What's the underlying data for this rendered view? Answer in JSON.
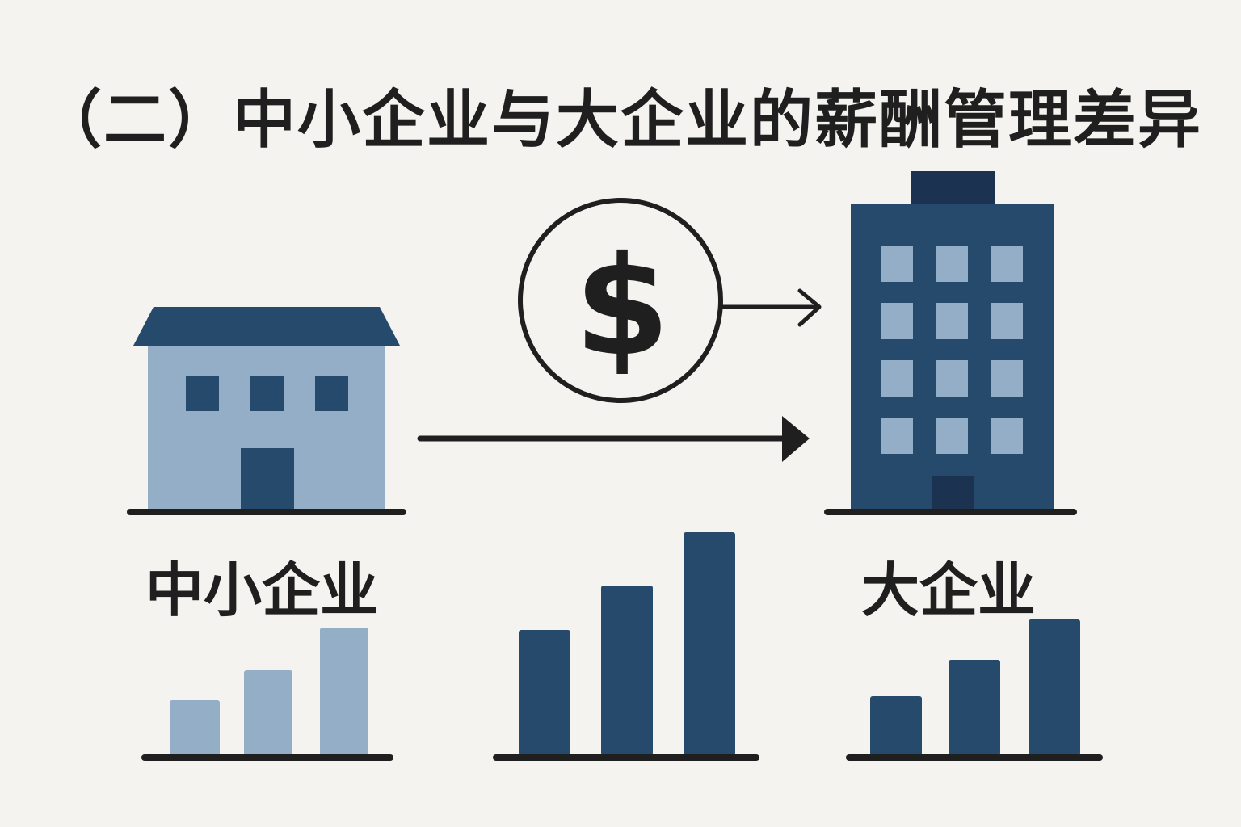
{
  "title": "（二）中小企业与大企业的薪酬管理差异",
  "labels": {
    "small": "中小企业",
    "large": "大企业"
  },
  "icons": {
    "small_building": "house-building-icon",
    "large_building": "office-tower-icon",
    "money": "dollar-coin-icon"
  },
  "colors": {
    "dark": "#254a6c",
    "light": "#93aec6",
    "ink": "#1f1f1f"
  }
}
